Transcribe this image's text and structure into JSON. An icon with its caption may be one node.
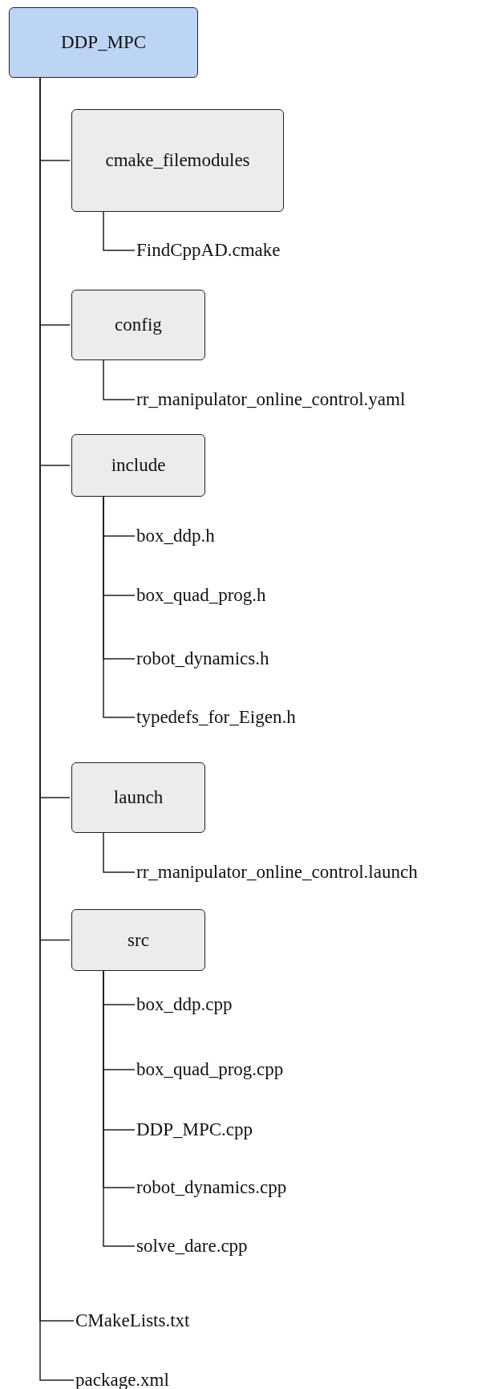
{
  "diagram": {
    "nodes": [
      {
        "text": [
          "DDP_MPC"
        ]
      },
      {
        "text": [
          "cmake_filemodules"
        ]
      },
      {
        "text": [
          "FindCppAD.cmake"
        ]
      },
      {
        "text": [
          "config"
        ]
      },
      {
        "text": [
          "rr_manipulator_online_control.yaml"
        ]
      },
      {
        "text": [
          "include"
        ]
      },
      {
        "text": [
          "box_ddp.h"
        ]
      },
      {
        "text": [
          "box_quad_prog.h"
        ]
      },
      {
        "text": [
          "robot_dynamics.h"
        ]
      },
      {
        "text": [
          "typedefs_for_Eigen.h"
        ]
      },
      {
        "text": [
          "launch"
        ]
      },
      {
        "text": [
          "rr_manipulator_online_control.launch"
        ]
      },
      {
        "text": [
          "src"
        ]
      },
      {
        "text": [
          "box_ddp.cpp"
        ]
      },
      {
        "text": [
          "box_quad_prog.cpp"
        ]
      },
      {
        "text": [
          "DDP_MPC.cpp"
        ]
      },
      {
        "text": [
          "robot_dynamics.cpp"
        ]
      },
      {
        "text": [
          "solve_dare.cpp"
        ]
      },
      {
        "text": [
          "CMakeLists.txt"
        ]
      },
      {
        "text": [
          "package.xml"
        ]
      }
    ],
    "edges": [
      {
        "from": 0,
        "to": 1,
        "arrow": "none"
      },
      {
        "from": 1,
        "to": 2,
        "arrow": "none"
      },
      {
        "from": 0,
        "to": 3,
        "arrow": "none"
      },
      {
        "from": 3,
        "to": 4,
        "arrow": "none"
      },
      {
        "from": 0,
        "to": 5,
        "arrow": "none"
      },
      {
        "from": 5,
        "to": 6,
        "arrow": "none"
      },
      {
        "from": 5,
        "to": 7,
        "arrow": "none"
      },
      {
        "from": 5,
        "to": 8,
        "arrow": "none"
      },
      {
        "from": 5,
        "to": 9,
        "arrow": "none"
      },
      {
        "from": 0,
        "to": 10,
        "arrow": "none"
      },
      {
        "from": 10,
        "to": 11,
        "arrow": "none"
      },
      {
        "from": 0,
        "to": 12,
        "arrow": "none"
      },
      {
        "from": 12,
        "to": 13,
        "arrow": "none"
      },
      {
        "from": 12,
        "to": 14,
        "arrow": "none"
      },
      {
        "from": 12,
        "to": 15,
        "arrow": "none"
      },
      {
        "from": 12,
        "to": 16,
        "arrow": "none"
      },
      {
        "from": 12,
        "to": 17,
        "arrow": "none"
      },
      {
        "from": 0,
        "to": 18,
        "arrow": "none"
      },
      {
        "from": 0,
        "to": 19,
        "arrow": "none"
      }
    ]
  }
}
